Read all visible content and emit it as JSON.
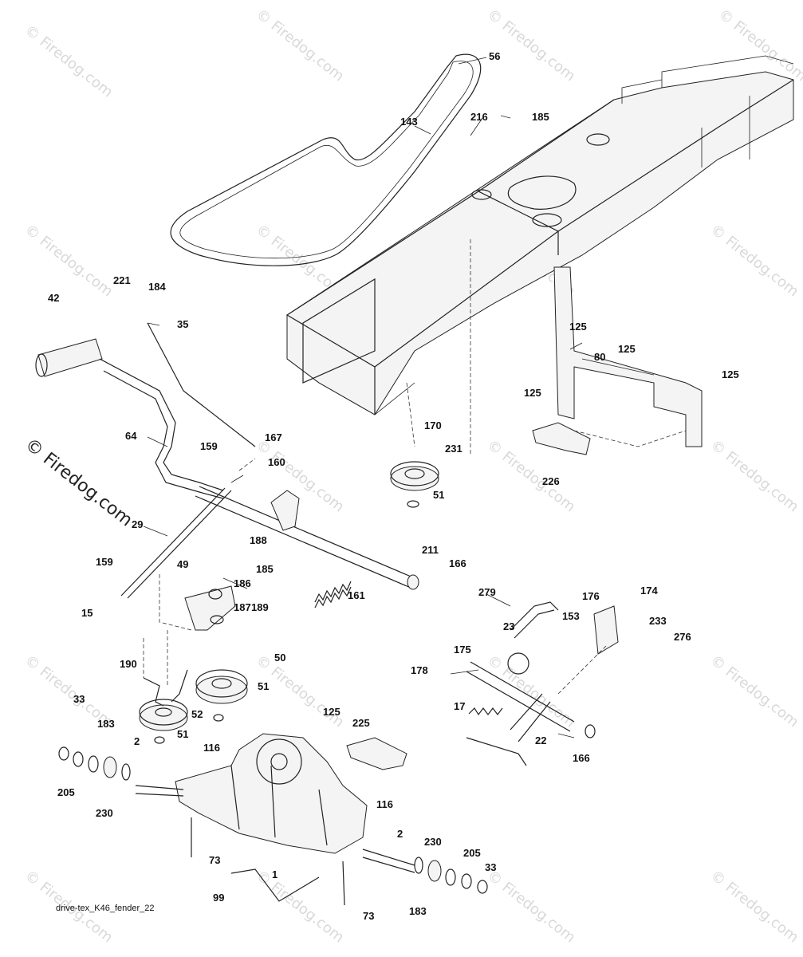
{
  "diagram": {
    "caption": "drive-tex_K46_fender_22",
    "watermark_small": "© Firedog.com",
    "watermark_large": "© Firedog.com",
    "part_labels": [
      "56",
      "143",
      "216",
      "185",
      "221",
      "184",
      "42",
      "35",
      "125",
      "80",
      "125",
      "125",
      "125",
      "64",
      "159",
      "167",
      "160",
      "170",
      "231",
      "51",
      "226",
      "29",
      "188",
      "159",
      "49",
      "185",
      "186",
      "211",
      "166",
      "189",
      "161",
      "15",
      "187",
      "279",
      "176",
      "174",
      "153",
      "23",
      "233",
      "276",
      "50",
      "190",
      "175",
      "178",
      "51",
      "52",
      "33",
      "17",
      "166",
      "22",
      "183",
      "125",
      "225",
      "51",
      "2",
      "116",
      "205",
      "230",
      "116",
      "2",
      "230",
      "205",
      "33",
      "73",
      "1",
      "99",
      "183",
      "73"
    ]
  }
}
